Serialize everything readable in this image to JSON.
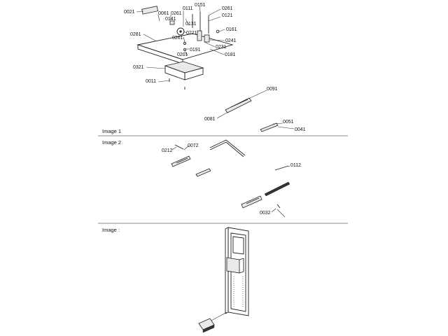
{
  "sections": [
    {
      "id": "s1",
      "label": "Image 1"
    },
    {
      "id": "s2",
      "label": "Image 2"
    },
    {
      "id": "s3",
      "label": "Image :"
    }
  ],
  "callouts": [
    "0021",
    "0061",
    "0111",
    "0151",
    "0261",
    "0121",
    "0261",
    "0141",
    "0131",
    "0161",
    "0281",
    "0221",
    "0261",
    "0241",
    "0191",
    "0231",
    "0201",
    "0181",
    "0321",
    "0011",
    "0091",
    "0081",
    "0051",
    "0041",
    "0212",
    "0072",
    "0112",
    "0032"
  ]
}
